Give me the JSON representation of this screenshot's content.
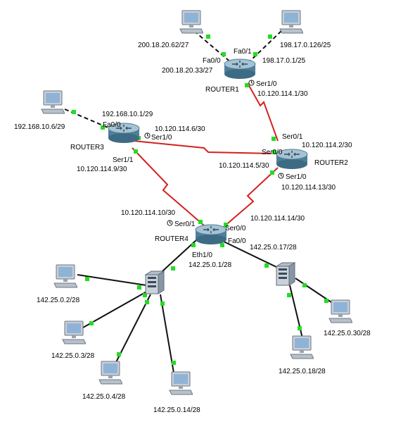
{
  "colors": {
    "serial_link": "#d42020",
    "ethernet_link": "#111111",
    "link_up_dot": "#22dd22",
    "router_body": "#5f8fa8"
  },
  "routers": {
    "router1": {
      "name": "ROUTER1"
    },
    "router2": {
      "name": "ROUTER2"
    },
    "router3": {
      "name": "ROUTER3"
    },
    "router4": {
      "name": "ROUTER4"
    }
  },
  "labels": {
    "pc1_ip": "200.18.20.62/27",
    "pc2_ip": "198.17.0.126/25",
    "r1_fa00": "Fa0/0",
    "r1_fa01": "Fa0/1",
    "r1_fa00_ip": "200.18.20.33/27",
    "r1_fa01_ip": "198.17.0.1/25",
    "r1_ser10": "Ser1/0",
    "r1_ser10_ip": "10.120.114.1/30",
    "pc3_ip": "192.168.10.6/29",
    "r3_fa00_ip": "192.168.10.1/29",
    "r3_fa00": "Fa0/0",
    "r3_ser10_ip": "10.120.114.6/30",
    "r3_ser10": "Ser1/0",
    "r3_ser11": "Ser1/1",
    "r3_ser11_ip": "10.120.114.9/30",
    "r2_ser01": "Ser0/1",
    "r2_ser01_ip": "10.120.114.2/30",
    "r2_ser00": "Ser0/0",
    "r2_ser00_ip": "10.120.114.5/30",
    "r2_ser10": "Ser1/0",
    "r2_ser10_ip": "10.120.114.13/30",
    "r4_ser01_ip": "10.120.114.10/30",
    "r4_ser01": "Ser0/1",
    "r4_ser00_ip": "10.120.114.14/30",
    "r4_ser00": "Ser0/0",
    "r4_eth10": "Eth1/0",
    "r4_fa00": "Fa0/0",
    "r4_eth10_ip": "142.25.0.1/28",
    "r4_fa00_ip": "142.25.0.17/28",
    "pc_a_ip": "142.25.0.2/28",
    "pc_b_ip": "142.25.0.3/28",
    "pc_c_ip": "142.25.0.4/28",
    "pc_d_ip": "142.25.0.14/28",
    "pc_e_ip": "142.25.0.18/28",
    "pc_f_ip": "142.25.0.30/28"
  }
}
